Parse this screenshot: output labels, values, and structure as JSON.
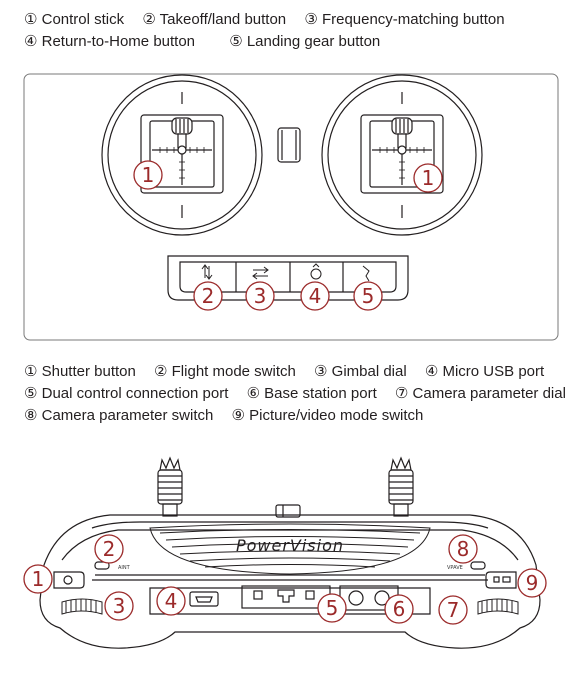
{
  "legend_top": [
    [
      "① Control stick",
      "② Takeoff/land button",
      "③ Frequency-matching button"
    ],
    [
      "④ Return-to-Home button",
      "⑤ Landing gear button"
    ]
  ],
  "legend_bottom": [
    [
      "① Shutter button",
      "② Flight mode switch",
      "③ Gimbal dial",
      "④ Micro USB port"
    ],
    [
      "⑤ Dual control connection port",
      "⑥ Base station port",
      "⑦ Camera parameter dial"
    ],
    [
      "⑧ Camera parameter switch",
      "⑨ Picture/video mode switch"
    ]
  ],
  "top_callouts": [
    "1",
    "1",
    "2",
    "3",
    "4",
    "5"
  ],
  "bottom_callouts": [
    "1",
    "2",
    "3",
    "4",
    "5",
    "6",
    "7",
    "8",
    "9"
  ],
  "brand": "PowerVision",
  "mini_labels": {
    "left": "AINT",
    "right": "VPAVE"
  },
  "colors": {
    "callout": "#9b2a2a",
    "line": "#231f20",
    "panel_border": "#7a7a7a"
  }
}
